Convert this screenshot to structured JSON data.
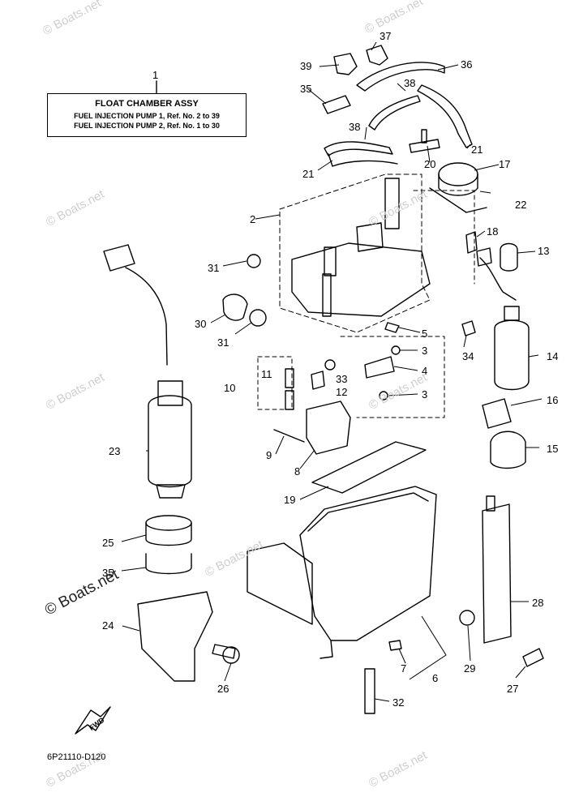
{
  "title_box": {
    "ref": "1",
    "heading": "FLOAT CHAMBER ASSY",
    "line1": "FUEL INJECTION PUMP 1, Ref. No. 2 to 39",
    "line2": "FUEL INJECTION PUMP 2, Ref. No. 1 to 30"
  },
  "part_code": "6P21110-D120",
  "fwd_label": "FWD",
  "watermarks": [
    "© Boats.net",
    "© Boats.net",
    "© Boats.net",
    "© Boats.net",
    "© Boats.net",
    "© Boats.net",
    "© Boats.net",
    "© Boats.net",
    "© Boats.net"
  ],
  "watermark_main": "© Boats.net",
  "callouts": [
    "37",
    "39",
    "36",
    "35",
    "38",
    "38",
    "20",
    "21",
    "21",
    "17",
    "22",
    "2",
    "18",
    "13",
    "31",
    "30",
    "31",
    "5",
    "34",
    "3",
    "4",
    "3",
    "11",
    "33",
    "12",
    "10",
    "14",
    "16",
    "23",
    "9",
    "8",
    "15",
    "19",
    "25",
    "35",
    "28",
    "24",
    "26",
    "7",
    "6",
    "29",
    "27",
    "32"
  ]
}
